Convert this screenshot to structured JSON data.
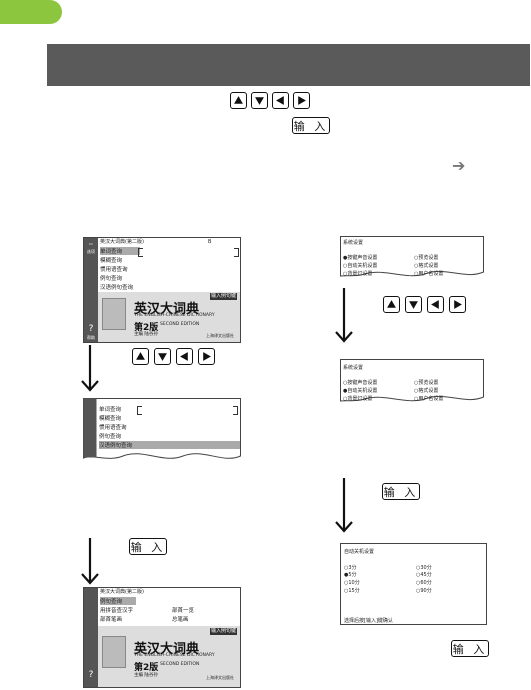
{
  "header": {
    "tab_color": "#8cc63f",
    "bar_color": "#5a5a5a"
  },
  "instructions": {
    "direction_keys": [
      "up-arrow-key",
      "down-arrow-key",
      "left-arrow-key",
      "right-arrow-key"
    ],
    "enter_key_label": "输 入",
    "next_arrow": "➔"
  },
  "left_column": {
    "screen1": {
      "title": "英汉大词典(第二版)",
      "page_marker": "B",
      "side_top": "选项",
      "side_bottom": "帮助",
      "menu": [
        "单词查询",
        "模糊查询",
        "惯用语查询",
        "例句查询",
        "汉语例句查询"
      ],
      "badge": "输入例句键",
      "book_title": "英汉大词典",
      "book_subtitle": "THE ENGLISH-CHINESE DICTIONARY",
      "edition": "第2版",
      "edition_en": "SECOND EDITION",
      "editor": "主编 陆谷孙",
      "publisher": "上海译文出版社"
    },
    "screen2": {
      "menu": [
        "单词查询",
        "模糊查询",
        "惯用语查询",
        "例句查询",
        "汉语例句查询"
      ]
    },
    "screen3": {
      "title": "英汉大词典(第二版)",
      "rows": [
        "例句查询",
        "用拼音查汉字",
        "部首一览",
        "部首笔画",
        "总笔画"
      ],
      "badge": "输入例句键",
      "book_title": "英汉大词典",
      "book_subtitle": "THE ENGLISH-CHINESE DICTIONARY",
      "edition": "第2版",
      "edition_en": "SECOND EDITION",
      "editor": "主编 陆谷孙",
      "publisher": "上海译文出版社"
    }
  },
  "right_column": {
    "settings1": {
      "title": "系统设置",
      "options_left": [
        "●按键声音设置",
        "○自动关机设置",
        "○背景灯设置"
      ],
      "options_right": [
        "○预览设置",
        "○格式设置",
        "○用户名设置"
      ]
    },
    "settings2": {
      "title": "系统设置",
      "options_left": [
        "○按键声音设置",
        "●自动关机设置",
        "○背景灯设置"
      ],
      "options_right": [
        "○预览设置",
        "○格式设置",
        "○用户名设置"
      ]
    },
    "auto_off": {
      "title": "自动关机设置",
      "options_left": [
        "○3分",
        "●5分",
        "○10分",
        "○15分"
      ],
      "options_right": [
        "○30分",
        "○45分",
        "○60分",
        "○90分"
      ],
      "footer": "选择后按[输入]键确认"
    }
  }
}
